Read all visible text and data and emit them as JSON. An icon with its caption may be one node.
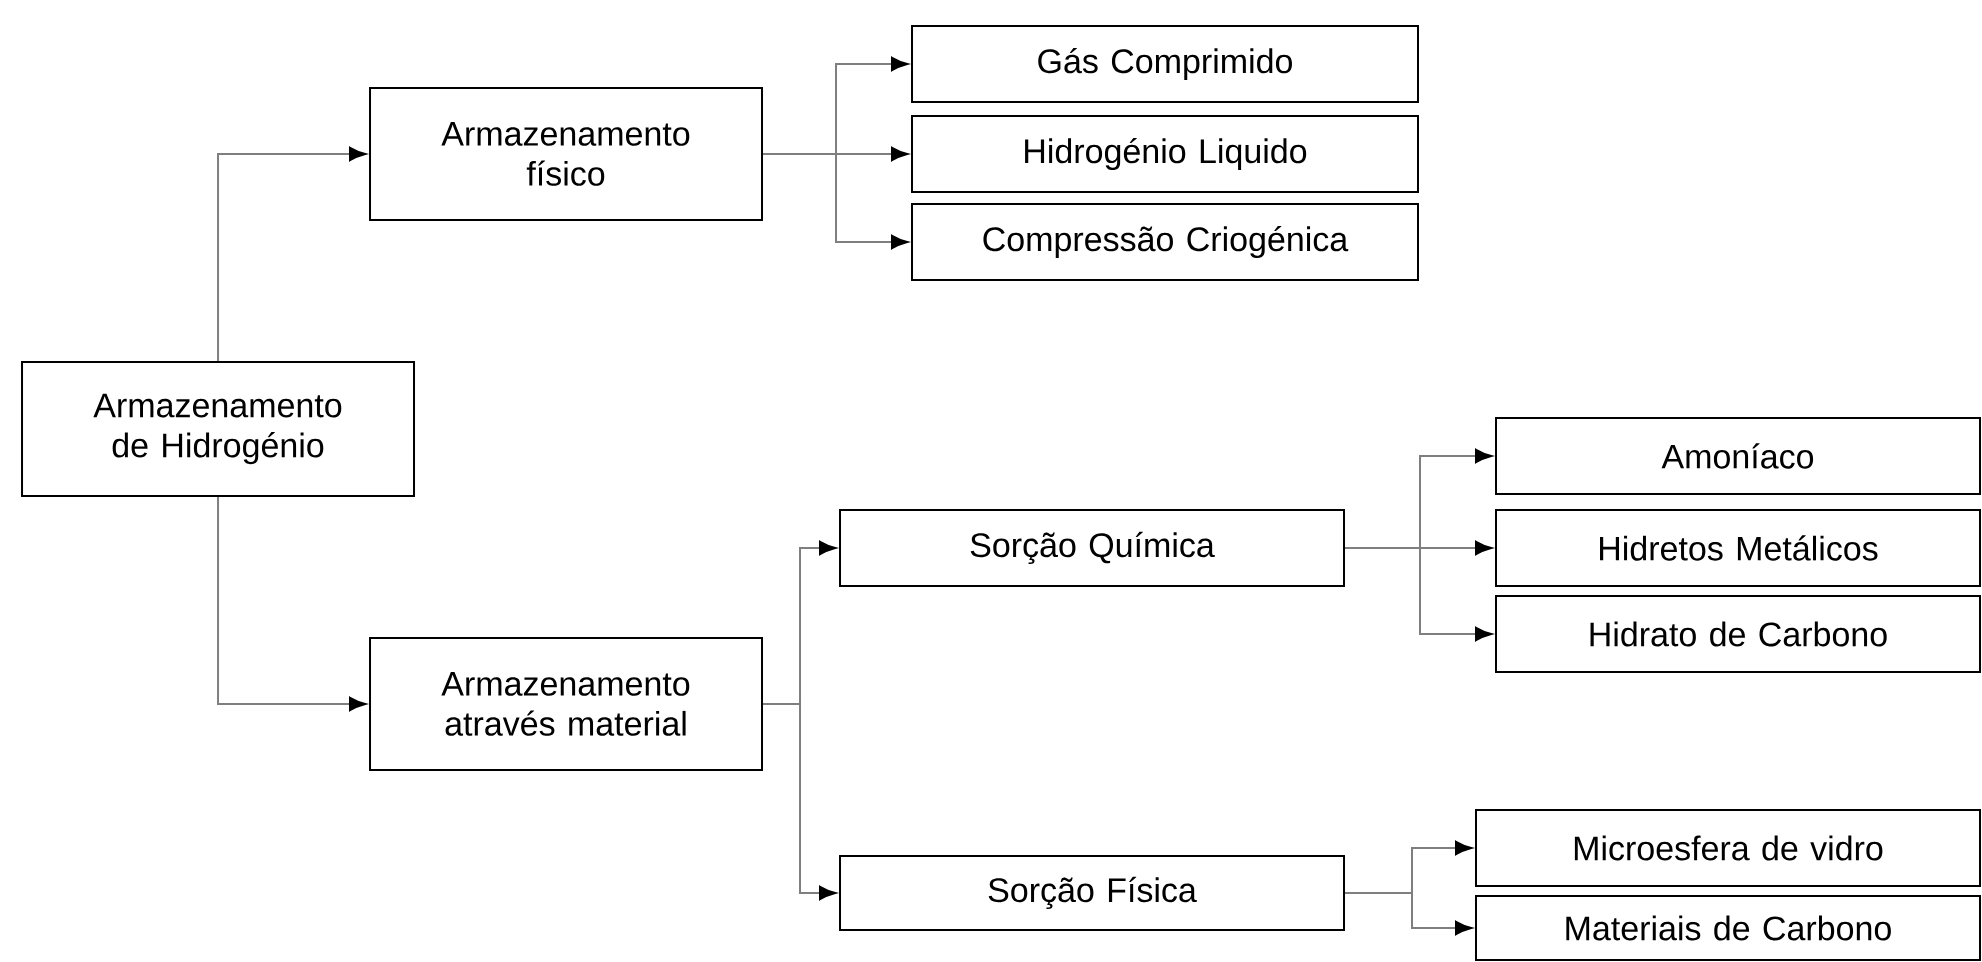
{
  "diagram": {
    "nodes": [
      {
        "text": [
          "Armazenamento de Hidrogénio"
        ]
      },
      {
        "text": [
          "Armazenamento físico"
        ]
      },
      {
        "text": [
          "Gás Comprimido"
        ]
      },
      {
        "text": [
          "Hidrogénio Liquido"
        ]
      },
      {
        "text": [
          "Compressão Criogénica"
        ]
      },
      {
        "text": [
          "Armazenamento através material"
        ]
      },
      {
        "text": [
          "Sorção Química"
        ]
      },
      {
        "text": [
          "Amoníaco"
        ]
      },
      {
        "text": [
          "Hidretos Metálicos"
        ]
      },
      {
        "text": [
          "Hidrato de Carbono"
        ]
      },
      {
        "text": [
          "Sorção Física"
        ]
      },
      {
        "text": [
          "Microesfera de vidro"
        ]
      },
      {
        "text": [
          "Materiais de Carbono"
        ]
      }
    ],
    "edges": [
      {
        "from": 0,
        "to": 1,
        "arrow": "to"
      },
      {
        "from": 0,
        "to": 5,
        "arrow": "to"
      },
      {
        "from": 1,
        "to": 2,
        "arrow": "to"
      },
      {
        "from": 1,
        "to": 3,
        "arrow": "to"
      },
      {
        "from": 1,
        "to": 4,
        "arrow": "to"
      },
      {
        "from": 5,
        "to": 6,
        "arrow": "to"
      },
      {
        "from": 5,
        "to": 10,
        "arrow": "to"
      },
      {
        "from": 6,
        "to": 7,
        "arrow": "to"
      },
      {
        "from": 6,
        "to": 8,
        "arrow": "to"
      },
      {
        "from": 6,
        "to": 9,
        "arrow": "to"
      },
      {
        "from": 10,
        "to": 11,
        "arrow": "to"
      },
      {
        "from": 10,
        "to": 12,
        "arrow": "to"
      }
    ]
  }
}
